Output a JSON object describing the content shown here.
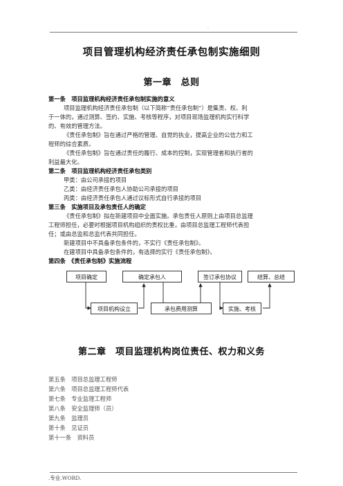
{
  "doc_title": "项目管理机构经济责任承包制实施细则",
  "chapter1": "第一章　总则",
  "lines": [
    {
      "text": "第一条　项目监理机构经济责任承包制实施的意义",
      "bold": true
    },
    {
      "text": "项目监理机构经济责任承包制（以下简称“责任承包制”）是集责、权、利",
      "indent": true
    },
    {
      "text": "于一体的，通过测算、签约、实施、考核等程序，对项目现场监理机构实行科学"
    },
    {
      "text": "的、有效的管理方法。"
    },
    {
      "text": "《责任承包制》旨在通过严格的管理、自觉的执业，提高企业的公信力和工",
      "indent": true
    },
    {
      "text": "程师的综合素质。"
    },
    {
      "text": "《责任承包制》旨在通过责任的履行、成本的控制，实现管理者和执行者的",
      "indent": true
    },
    {
      "text": "利益最大化。"
    },
    {
      "text": "第二条　项目监理机构经济责任承包类别",
      "bold": true
    },
    {
      "text": "甲类：由公司承接的项目",
      "indent": true
    },
    {
      "text": "乙类：由经济责任承包人协助公司承接的项目",
      "indent": true
    },
    {
      "text": "丙类：由经济责任承包人通过议标形式自行承接的项目",
      "indent": true
    },
    {
      "text": "第三条　实施项目及承包责任人的确定",
      "bold": true
    },
    {
      "text": "《责任承包制》拟在新建项目中全面实施。承包责任人原则上由项目总监理",
      "indent": true
    },
    {
      "text": "工程师担任，必要时根据项目机构组织的责权比重，由项目总监理工程师代表担"
    },
    {
      "text": "任；或由总监和总监代表共同担任。"
    },
    {
      "text": "新建项目中不具备承包条件的，不实行《责任承包制》。",
      "indent": true
    },
    {
      "text": "在建项目中具备承包条件的，有选择的实行《责任承包制》。",
      "indent": true
    },
    {
      "text": "第四条　《责任承包制》实施流程",
      "bold": true
    }
  ],
  "flow": {
    "top": [
      "项目确定",
      "确定承包人",
      "签订承包协议",
      "结算、总结"
    ],
    "bottom": [
      "项目机构设立",
      "承包费用测算",
      "实施、考核"
    ]
  },
  "chapter2": "第二章　项目监理机构岗位责任、权力和义务",
  "toc": [
    "第五条　项目总监理工程师",
    "第六条　项目总监理工程师代表",
    "第七条　专业监理工程师",
    "第八条　安全监理师（员）",
    "第九条　监理员",
    "第十条　见证员",
    "第十一条　资料员"
  ],
  "header_mark": ".",
  "footer": ".专业.WORD."
}
